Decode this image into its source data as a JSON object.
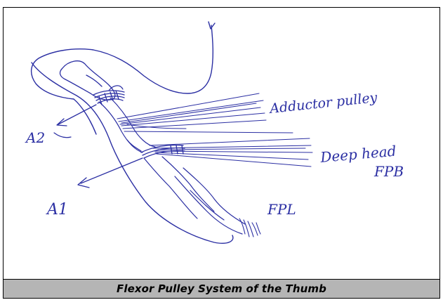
{
  "caption": "Flexor Pulley System of the Thumb",
  "labels": {
    "adductor_pulley": "Adductor pulley",
    "deep_head": "Deep head",
    "fpb": "FPB",
    "a2": "A2",
    "a1": "A1",
    "fpl": "FPL"
  },
  "colors": {
    "ink": "#2b2fa3",
    "caption_bar": "#b5b5b5",
    "frame": "#000000"
  }
}
